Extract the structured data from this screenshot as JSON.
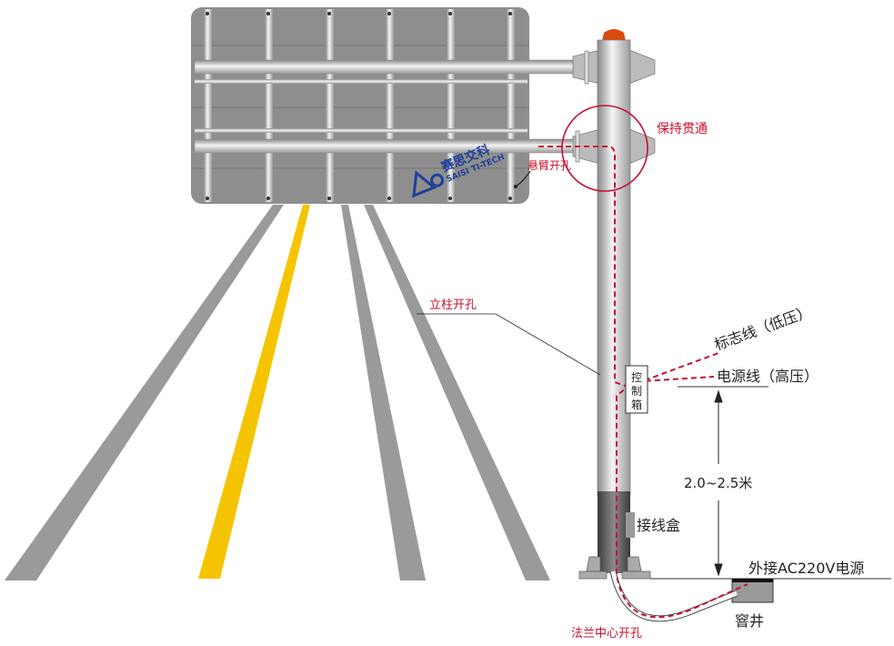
{
  "logo": {
    "name_cn": "赛思交科",
    "name_en": "SAISI TI-TECH"
  },
  "labels": {
    "keep_through": "保持贯通",
    "cantilever_hole": "悬臂开孔",
    "column_hole": "立柱开孔",
    "sign_line": "标志线（低压）",
    "power_line": "电源线（高压）",
    "control_box": [
      "控",
      "制",
      "箱"
    ],
    "height": "2.0~2.5米",
    "junction_box": "接线盒",
    "external_power": "外接AC220V电源",
    "manhole": "窨井",
    "flange_hole": "法兰中心开孔"
  },
  "colors": {
    "accent_red": "#c8102e",
    "board": "#8e8e8e",
    "road_yellow": "#f5c400",
    "road_grey": "#999999",
    "logo_blue": "#1f3f9a"
  }
}
